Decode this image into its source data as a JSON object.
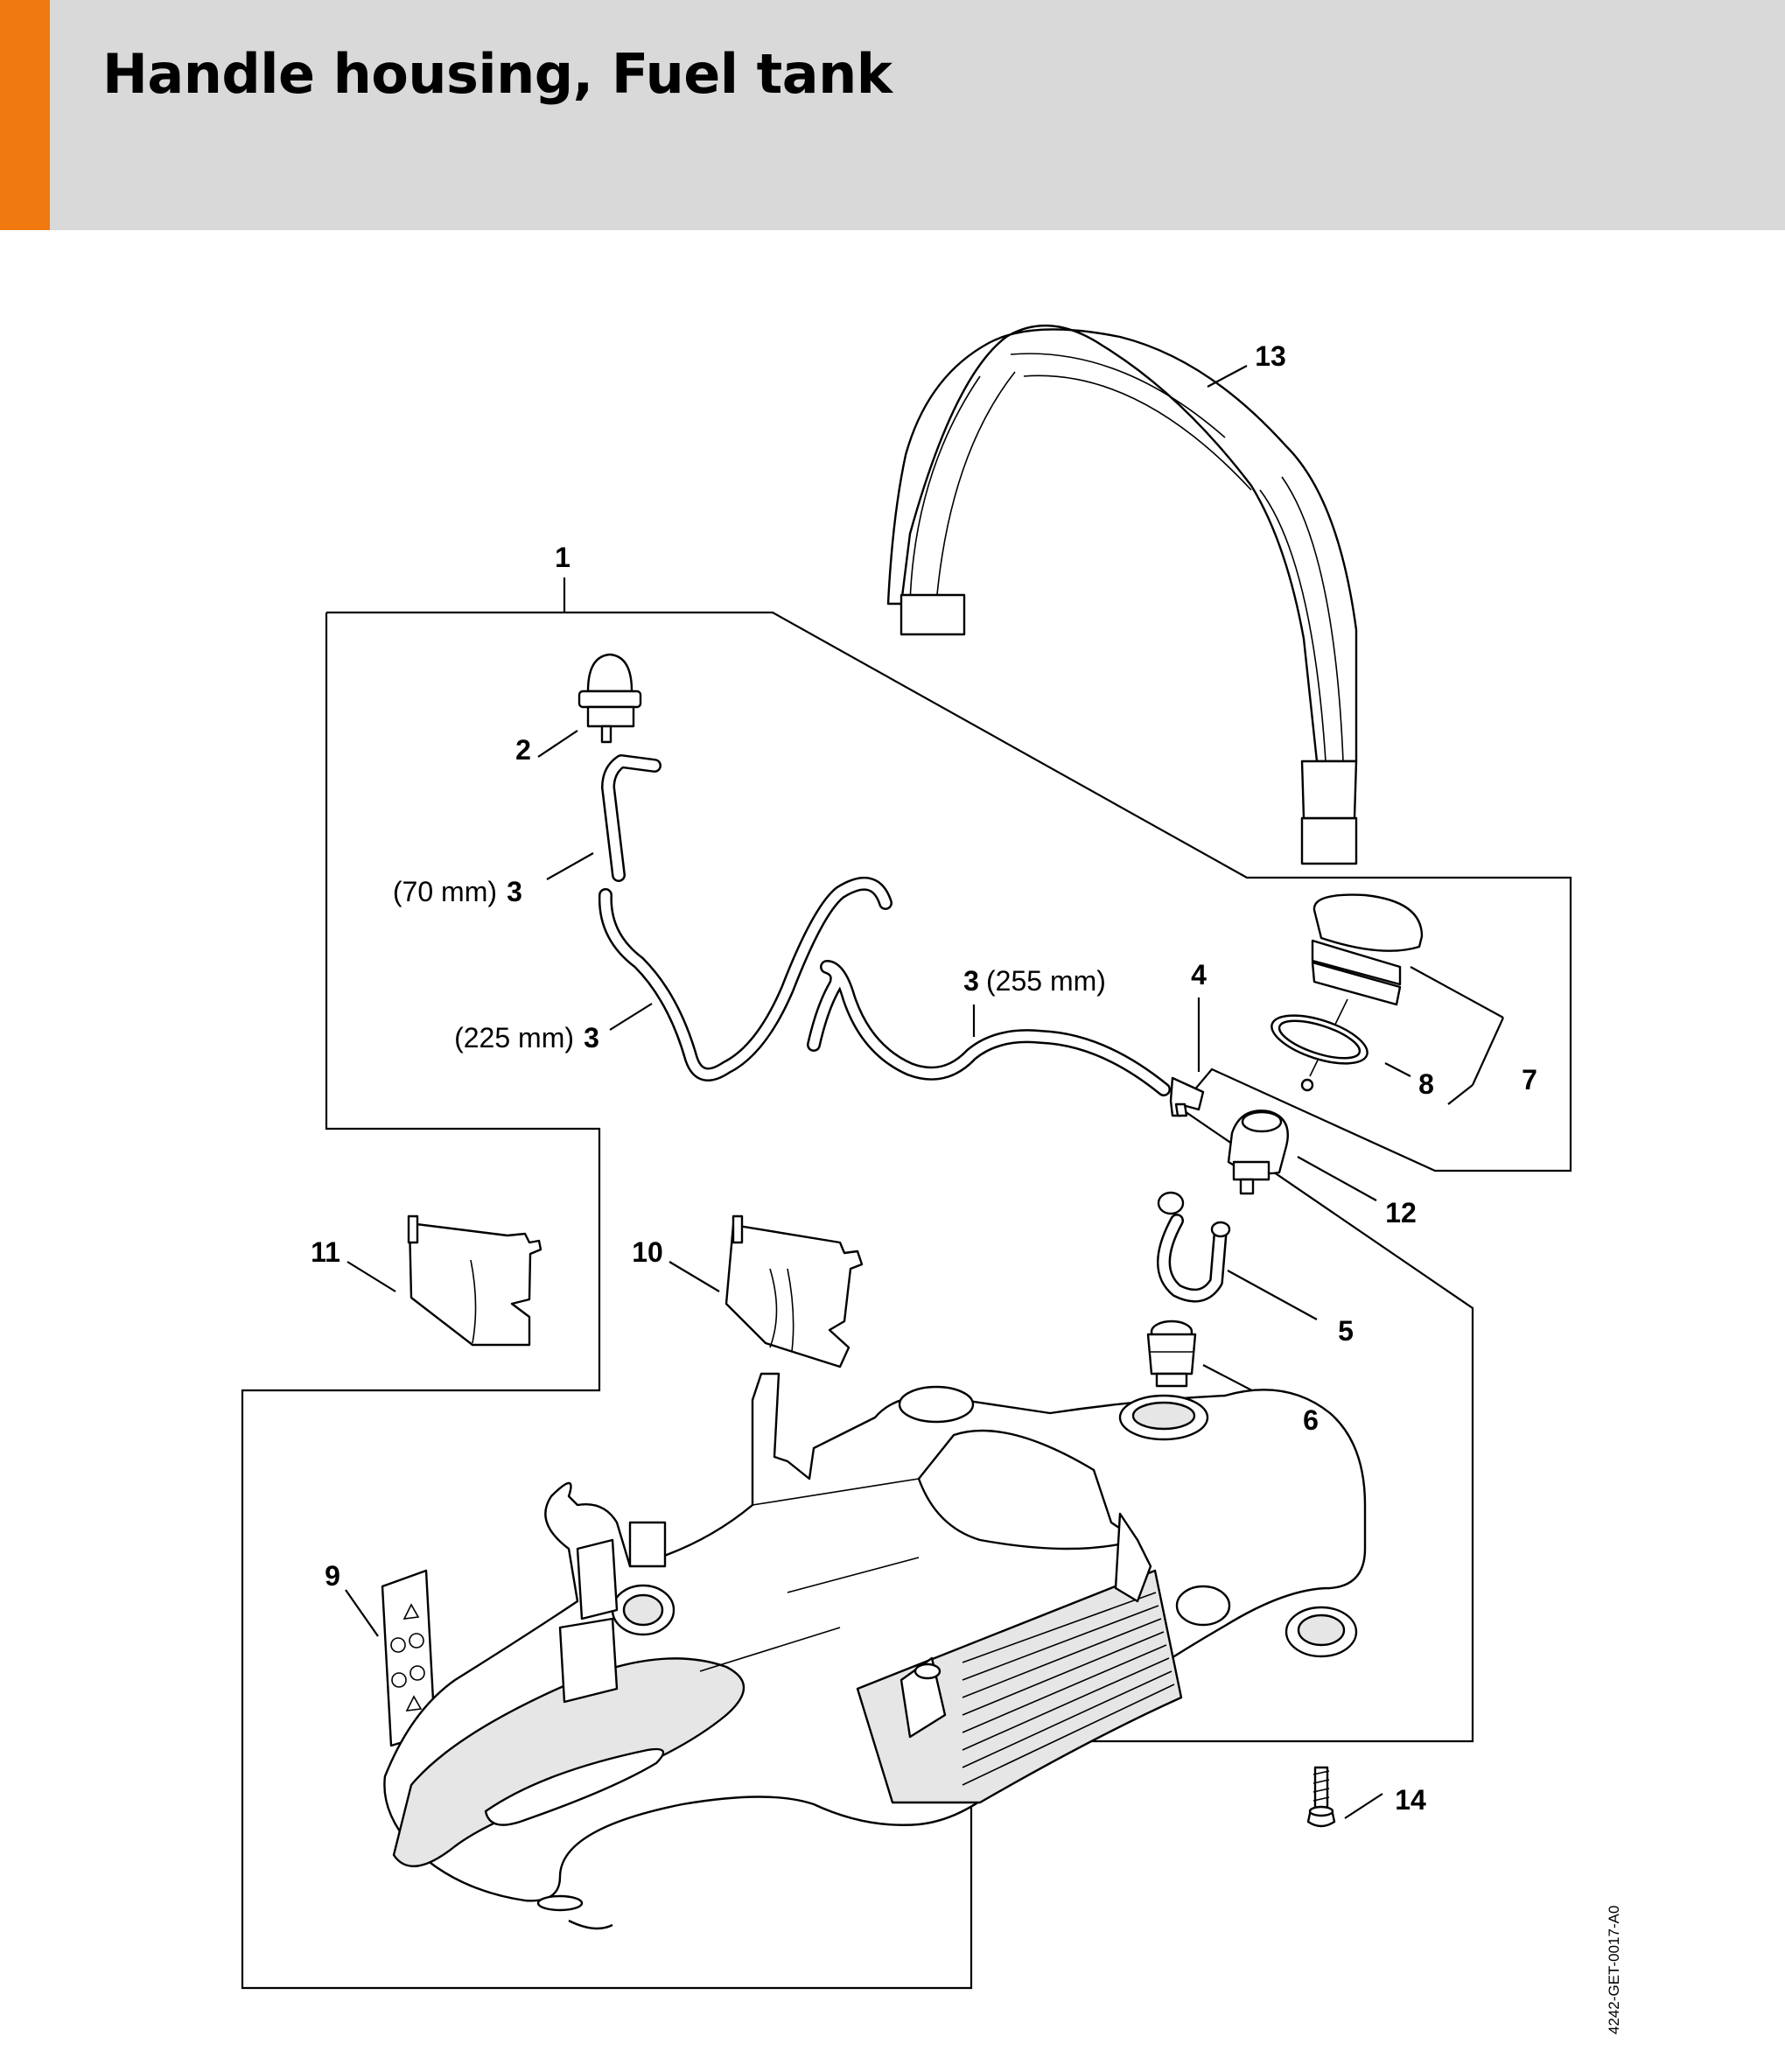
{
  "header": {
    "title": "Handle housing, Fuel tank",
    "accent_color": "#f07a10",
    "background_color": "#d9d9d9"
  },
  "callouts": {
    "c1": "1",
    "c2": "2",
    "c3a_size": "(70 mm)",
    "c3a_num": "3",
    "c3b_size": "(225 mm)",
    "c3b_num": "3",
    "c3c_num": "3",
    "c3c_size": "(255 mm)",
    "c4": "4",
    "c5": "5",
    "c6": "6",
    "c7": "7",
    "c8": "8",
    "c9": "9",
    "c10": "10",
    "c11": "11",
    "c12": "12",
    "c13": "13",
    "c14": "14"
  },
  "drawing_code": "4242-GET-0017-A0"
}
